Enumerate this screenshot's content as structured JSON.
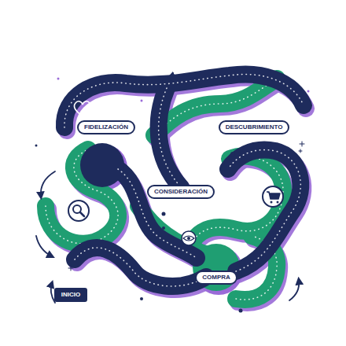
{
  "diagram": {
    "nodes": [
      {
        "text": [
          "FIDELIZACIÓN"
        ]
      },
      {
        "text": [
          "DESCUBRIMIENTO"
        ]
      },
      {
        "text": [
          "CONSIDERACIÓN"
        ]
      },
      {
        "text": [
          "COMPRA"
        ]
      },
      {
        "text": [
          "INICIO"
        ]
      }
    ]
  }
}
